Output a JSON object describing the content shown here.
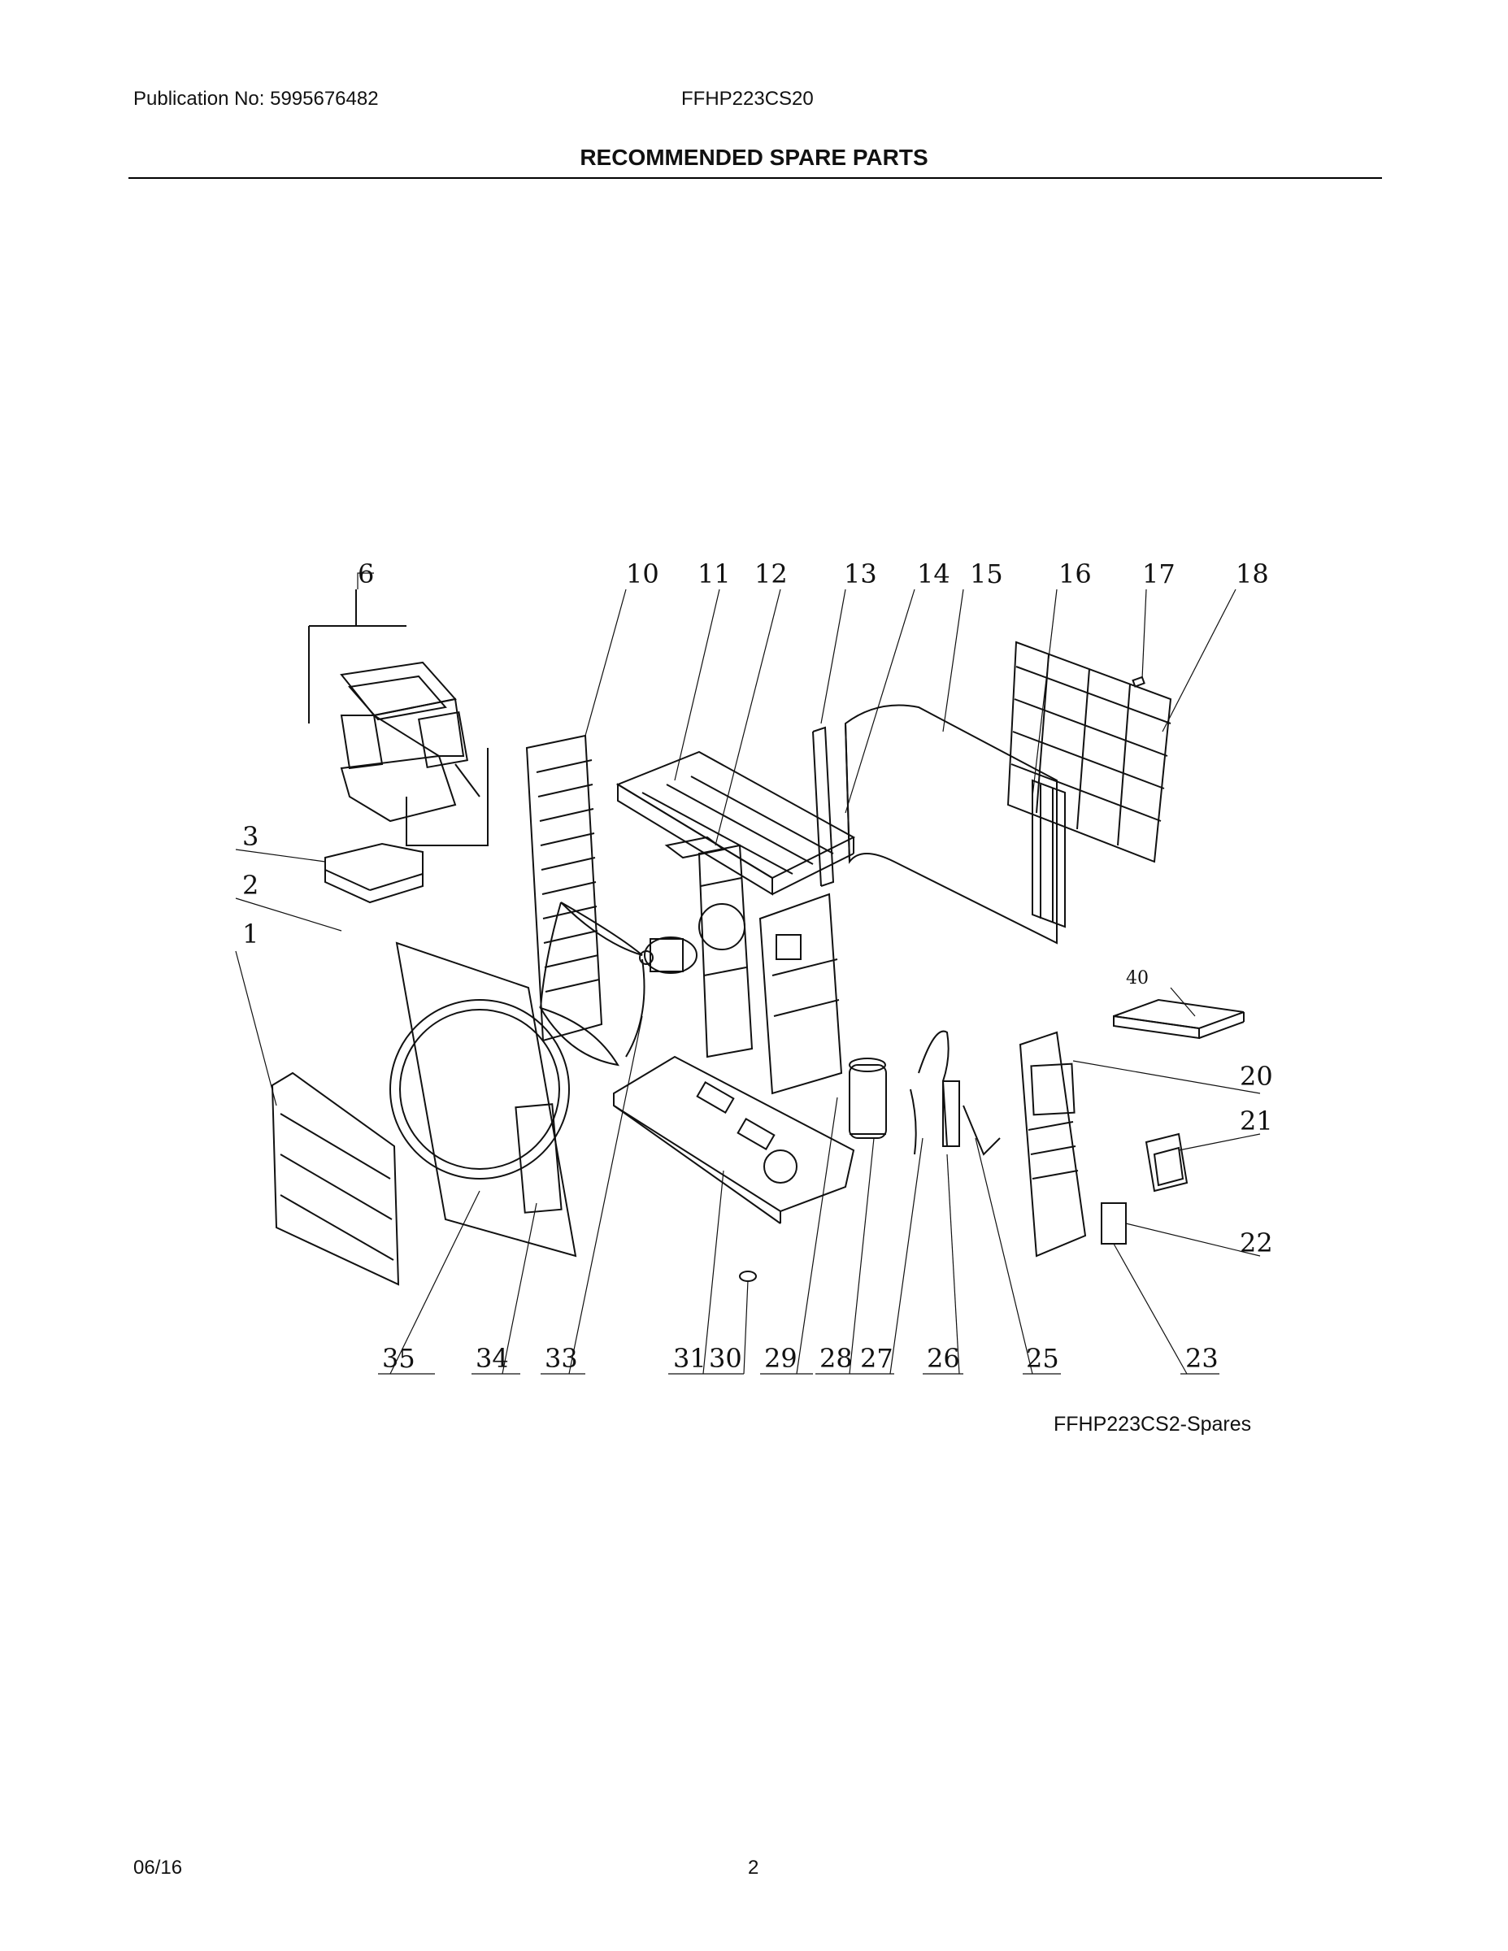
{
  "header": {
    "publication": "Publication No: 5995676482",
    "model": "FFHP223CS20",
    "title": "RECOMMENDED SPARE PARTS"
  },
  "diagram": {
    "callouts_top": [
      "6",
      "10",
      "11",
      "12",
      "13",
      "14",
      "15",
      "16",
      "17",
      "18"
    ],
    "callouts_left": [
      "3",
      "2",
      "1"
    ],
    "callouts_right": [
      "40",
      "20",
      "21",
      "22"
    ],
    "callouts_bottom": [
      "35",
      "34",
      "33",
      "31",
      "30",
      "29",
      "28",
      "27",
      "26",
      "25",
      "23"
    ],
    "caption": "FFHP223CS2-Spares"
  },
  "footer": {
    "date": "06/16",
    "page": "2"
  }
}
